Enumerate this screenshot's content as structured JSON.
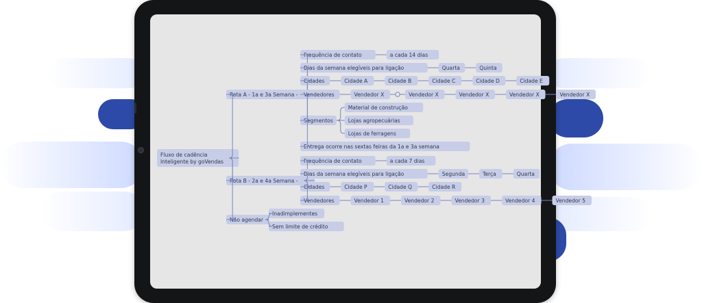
{
  "colors": {
    "background": "#ffffff",
    "accent_dark": "#2e4aa8",
    "accent_glow": "#dfe8ff",
    "tablet_frame": "#141517",
    "screen_bg": "#e6e6e7",
    "node_fill": "#c7cde7",
    "edge": "#7b86b9"
  },
  "mindmap": {
    "root": "Fluxo de cadência\nInteligente by goVendas",
    "branches": [
      {
        "label": "Rota A - 1a e 3a Semana -",
        "children": [
          {
            "label": "Frequência de contato",
            "chain": [
              "a cada 14 dias"
            ]
          },
          {
            "label": "Dias da semana elegíveis para ligação",
            "chain": [
              "Quarta",
              "Quinta"
            ]
          },
          {
            "label": "Cidades",
            "chain": [
              "Cidade A",
              "Cidade B",
              "Cidade C",
              "Cidade D",
              "Cidade E"
            ]
          },
          {
            "label": "Vendedores",
            "chain": [
              "Vendedor X",
              "Vendedor X",
              "Vendedor X",
              "Vendedor X",
              "Vendedor X"
            ]
          },
          {
            "label": "Segmentos",
            "children": [
              "Material de construção",
              "Lojas agropecuárias",
              "Lojas de ferragens"
            ]
          },
          {
            "label": "Entrega ocorre nas sextas feiras da 1a e 3a semana"
          }
        ]
      },
      {
        "label": "Rota B - 2a e 4a Semana -",
        "children": [
          {
            "label": "Frequência de contato",
            "chain": [
              "a cada 7 dias"
            ]
          },
          {
            "label": "Dias da semana elegíveis para ligação",
            "chain": [
              "Segunda",
              "Terça",
              "Quarta"
            ]
          },
          {
            "label": "Cidades",
            "chain": [
              "Cidade P",
              "Cidade Q",
              "Cidade R"
            ]
          },
          {
            "label": "Vendedores",
            "chain": [
              "Vendedor 1",
              "Vendedor 2",
              "Vendedor 3",
              "Vendedor 4",
              "Vendedor 5"
            ]
          }
        ]
      },
      {
        "label": "Não agendar",
        "children": [
          {
            "label": "Inadimplementes"
          },
          {
            "label": "Sem limite de crédito"
          }
        ]
      }
    ]
  }
}
